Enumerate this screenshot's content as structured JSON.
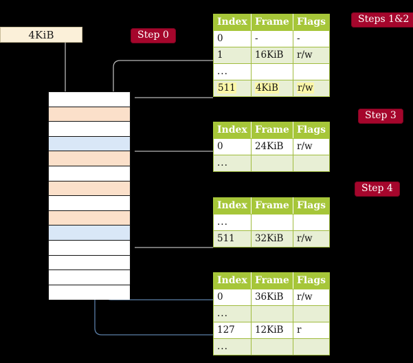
{
  "diagram": {
    "title": "page-table-walk",
    "background": "#000000",
    "accent_badge": "#A5062C",
    "table_header": "#A6C639",
    "table_alt_row": "#E8EFD5",
    "highlight": "#FBF7A8",
    "frame_box_fill": "#FBF0D9",
    "mem_orange": "#FBE0CA",
    "mem_blue": "#D9E7F7",
    "arrow_blue": "#5B7FA8",
    "arrow_gray": "#B8B8B8"
  },
  "frame_box": {
    "label": "4KiB"
  },
  "badges": {
    "step0": "Step 0",
    "steps12": "Steps 1&2",
    "step3": "Step 3",
    "step4": "Step 4"
  },
  "memory_column": {
    "rows": [
      {
        "fill": "white"
      },
      {
        "fill": "orange"
      },
      {
        "fill": "white"
      },
      {
        "fill": "blue"
      },
      {
        "fill": "orange"
      },
      {
        "fill": "white"
      },
      {
        "fill": "orange"
      },
      {
        "fill": "white"
      },
      {
        "fill": "orange"
      },
      {
        "fill": "blue"
      },
      {
        "fill": "white"
      },
      {
        "fill": "white"
      },
      {
        "fill": "white"
      },
      {
        "fill": "white"
      }
    ]
  },
  "tables": [
    {
      "id": "level0",
      "headers": [
        "Index",
        "Frame",
        "Flags"
      ],
      "rows": [
        {
          "cells": [
            "0",
            "-",
            "-"
          ],
          "alt": false,
          "highlight": false
        },
        {
          "cells": [
            "1",
            "16KiB",
            "r/w"
          ],
          "alt": true,
          "highlight": false
        },
        {
          "cells": [
            "...",
            "",
            ""
          ],
          "alt": false,
          "highlight": false
        },
        {
          "cells": [
            "511",
            "4KiB",
            "r/w"
          ],
          "alt": true,
          "highlight": true
        }
      ]
    },
    {
      "id": "level1",
      "headers": [
        "Index",
        "Frame",
        "Flags"
      ],
      "rows": [
        {
          "cells": [
            "0",
            "24KiB",
            "r/w"
          ],
          "alt": false,
          "highlight": false
        },
        {
          "cells": [
            "...",
            "",
            ""
          ],
          "alt": true,
          "highlight": false
        }
      ]
    },
    {
      "id": "level2",
      "headers": [
        "Index",
        "Frame",
        "Flags"
      ],
      "rows": [
        {
          "cells": [
            "...",
            "",
            ""
          ],
          "alt": false,
          "highlight": false
        },
        {
          "cells": [
            "511",
            "32KiB",
            "r/w"
          ],
          "alt": true,
          "highlight": false
        }
      ]
    },
    {
      "id": "level3",
      "headers": [
        "Index",
        "Frame",
        "Flags"
      ],
      "rows": [
        {
          "cells": [
            "0",
            "36KiB",
            "r/w"
          ],
          "alt": false,
          "highlight": false
        },
        {
          "cells": [
            "...",
            "",
            ""
          ],
          "alt": true,
          "highlight": false
        },
        {
          "cells": [
            "127",
            "12KiB",
            "r"
          ],
          "alt": false,
          "highlight": false
        },
        {
          "cells": [
            "...",
            "",
            ""
          ],
          "alt": true,
          "highlight": false
        }
      ]
    }
  ]
}
